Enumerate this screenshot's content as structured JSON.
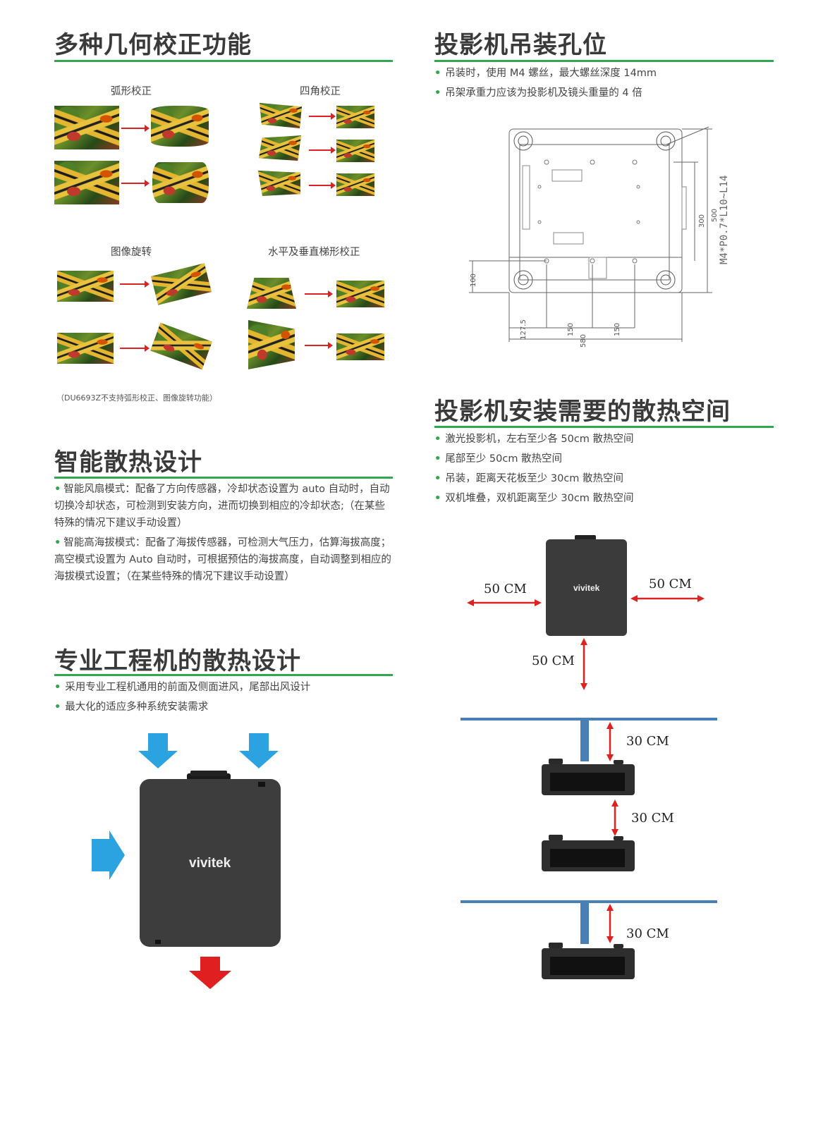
{
  "geometry_section": {
    "title": "多种几何校正功能",
    "arc_caption": "弧形校正",
    "corner_caption": "四角校正",
    "rotate_caption": "图像旋转",
    "keystone_caption": "水平及垂直梯形校正",
    "note": "（DU6693Z不支持弧形校正、图像旋转功能）"
  },
  "mounting_section": {
    "title": "投影机吊装孔位",
    "bullets": [
      "吊装时，使用 M4 螺丝，最大螺丝深度 14mm",
      "吊架承重力应该为投影机及镜头重量的 4 倍"
    ],
    "drawing_labels": {
      "screw_spec": "M4*P0.7*L10~L14",
      "dim_300": "300",
      "dim_500": "500",
      "dim_100": "100",
      "dim_127_5": "127.5",
      "dim_150a": "150",
      "dim_150b": "150",
      "dim_580": "580"
    }
  },
  "smart_cooling": {
    "title": "智能散热设计",
    "para1": "智能风扇模式：配备了方向传感器，冷却状态设置为 auto 自动时，自动切换冷却状态，可检测到安装方向，进而切换到相应的冷却状态;（在某些特殊的情况下建议手动设置）",
    "para2": "智能高海拔模式：配备了海拔传感器，可检测大气压力，估算海拔高度；高空模式设置为 Auto 自动时，可根据预估的海拔高度，自动调整到相应的海拔模式设置；（在某些特殊的情况下建议手动设置）"
  },
  "pro_cooling": {
    "title": "专业工程机的散热设计",
    "bullets": [
      "采用专业工程机通用的前面及侧面进风，尾部出风设计",
      "最大化的适应多种系统安装需求"
    ],
    "brand": "vivitek"
  },
  "clearance_section": {
    "title": "投影机安装需要的散热空间",
    "bullets": [
      "激光投影机，左右至少各 50cm 散热空间",
      "尾部至少 50cm 散热空间",
      "吊装，距离天花板至少 30cm 散热空间",
      "双机堆叠，双机距离至少 30cm 散热空间"
    ],
    "brand": "vivitek",
    "left_label": "50 CM",
    "right_label": "50 CM",
    "rear_label": "50 CM",
    "ceiling_label_1": "30 CM",
    "stack_label": "30 CM",
    "ceiling_label_2": "30 CM"
  },
  "colors": {
    "accent_green": "#2fa84f",
    "arrow_red": "#dd2222",
    "arrow_blue": "#2aa3e0",
    "ceiling_blue": "#4a7fb5"
  }
}
